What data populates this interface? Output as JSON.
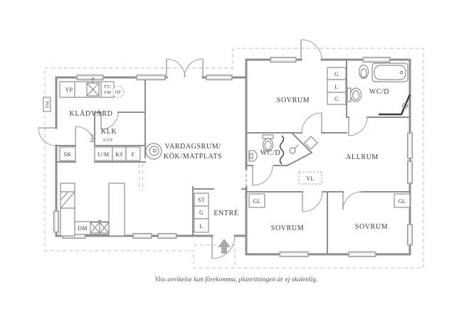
{
  "labels": {
    "vp": "VP",
    "tt": "TT/",
    "tm": "TM",
    "hf": "HF",
    "fm": "FM",
    "kladvard": "KLÄDVÅRD",
    "klk": "KLK",
    "gvf": "GVF",
    "elc": "ELC",
    "sk": "SK",
    "um": "U/M",
    "ks": "KS",
    "f": "F",
    "vardagsrum1": "VARDAGSRUM/",
    "vardagsrum2": "KÖK/MATPLATS",
    "dm": "DM",
    "entre": "ENTRÉ",
    "sovrum_top": "SOVRUM",
    "wcd_top": "WC/D",
    "wcd_mid": "WC/D",
    "allrum": "ALLRUM",
    "vl": "VL",
    "gl_left": "GL",
    "gl_right": "GL",
    "sovrum_bl": "SOVRUM",
    "sovrum_br": "SOVRUM"
  },
  "closets": {
    "glg": [
      "G",
      "L",
      "G"
    ],
    "stgl": [
      "ST",
      "G",
      "L"
    ]
  },
  "footer": {
    "note": "Viss avvikelse kan förekomma, planritningen är ej skalenlig."
  },
  "colors": {
    "wall": "#8e8e8e",
    "text": "#3d3d3d",
    "dashed_outline": "#bdbdbd",
    "dark_fixture": "#3a3a3a",
    "arrow": "#aaaaaa",
    "background": "#ffffff"
  }
}
